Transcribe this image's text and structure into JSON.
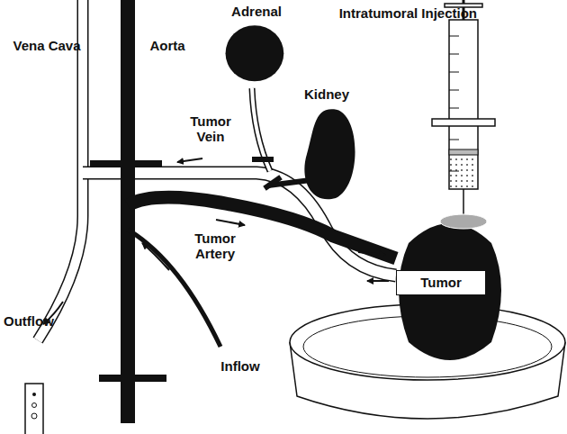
{
  "diagram": {
    "nodes": [
      {
        "text": [
          "Adrenal"
        ]
      },
      {
        "text": [
          "Kidney"
        ]
      },
      {
        "text": [
          "Tumor"
        ]
      }
    ],
    "labels": [
      "Vena Cava",
      "Aorta",
      "Tumor Vein",
      "Tumor Artery",
      "Intratumoral Injection",
      "Outflow",
      "Inflow"
    ]
  }
}
